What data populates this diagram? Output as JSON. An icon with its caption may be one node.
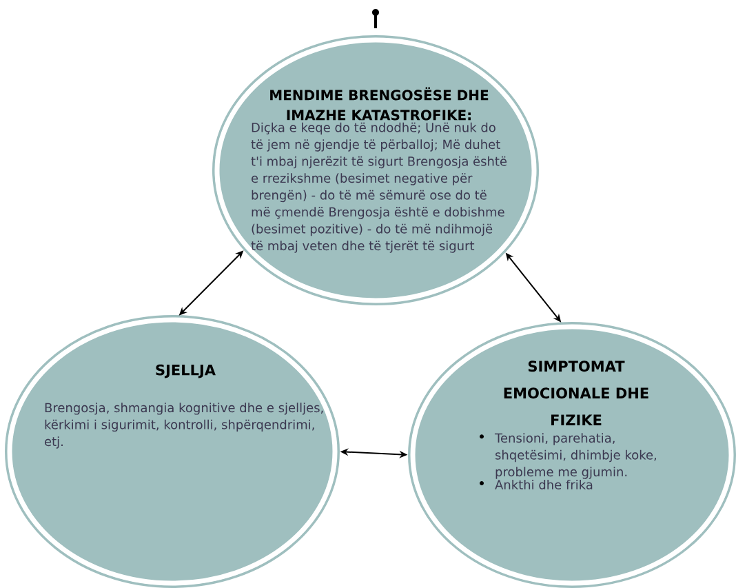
{
  "diagram": {
    "nodes": [
      {
        "text": [
          "MENDIME BRENGOSËSE DHE IMAZHE KATASTROFIKE:",
          "Diçka e keqe do të ndodhë; Unë nuk do të jem në gjendje të përballoj; Më duhet t'i mbaj njerëzit të sigurt Brengosja është e rrezikshme (besimet negative për brengën) - do të më sëmurë ose do të më çmendë Brengosja është e dobishme (besimet pozitive) - do të më ndihmojë të mbaj veten dhe të tjerët të sigurt"
        ]
      },
      {
        "text": [
          "SJELLJA",
          "Brengosja, shmangia kognitive dhe e sjelljes, kërkimi i sigurimit, kontrolli, shpërqendrimi, etj."
        ]
      },
      {
        "text": [
          "SIMPTOMAT EMOCIONALE DHE FIZIKE",
          "Tensioni, parehatia, shqetësimi, dhimbje koke, probleme me gjumin.",
          "Ankthi dhe frika"
        ]
      }
    ],
    "edges": [
      {
        "from": 0,
        "to": 1,
        "arrow": "both"
      },
      {
        "from": 0,
        "to": 2,
        "arrow": "both"
      },
      {
        "from": 1,
        "to": 2,
        "arrow": "both"
      }
    ]
  }
}
